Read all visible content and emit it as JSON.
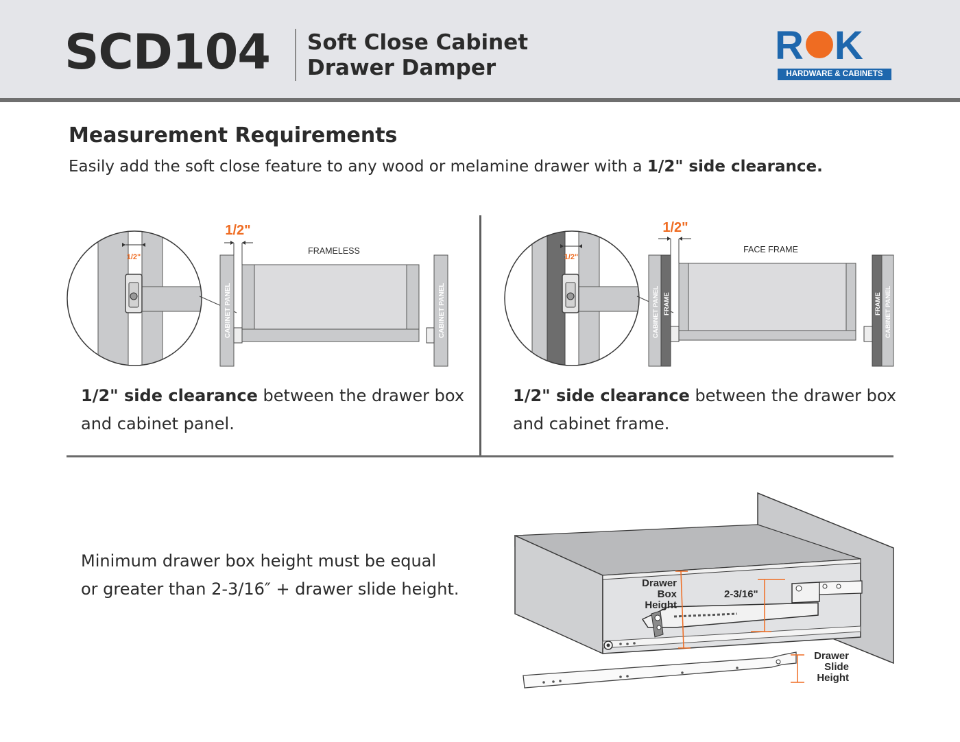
{
  "header": {
    "model": "SCD104",
    "title_line1": "Soft Close Cabinet",
    "title_line2": "Drawer Damper",
    "logo_word_left": "R",
    "logo_word_right": "K",
    "logo_sub": "HARDWARE & CABINETS"
  },
  "intro": {
    "heading": "Measurement Requirements",
    "text": "Easily add the soft close feature to any wood or melamine drawer with a ",
    "text_bold": "1/2\" side clearance."
  },
  "frameless": {
    "dim": "1/2\"",
    "zoom_dim": "1/2\"",
    "label": "FRAMELESS",
    "left_panel": "CABINET PANEL",
    "right_panel": "CABINET PANEL",
    "caption_bold": "1/2\" side clearance",
    "caption_line1_rest": " between the drawer box",
    "caption_line2": "and cabinet panel."
  },
  "face_frame": {
    "dim": "1/2\"",
    "zoom_dim": "1/2\"",
    "label": "FACE FRAME",
    "left_panel": "CABINET PANEL",
    "left_frame": "FRAME",
    "right_frame": "FRAME",
    "right_panel": "CABINET PANEL",
    "caption_bold": "1/2\" side clearance",
    "caption_line1_rest": " between the drawer box",
    "caption_line2": "and cabinet frame."
  },
  "height_note": {
    "line1": "Minimum drawer box height must be equal",
    "line2": "or greater than 2-3/16″ + drawer slide height."
  },
  "drawer_diagram": {
    "box_height_1": "Drawer",
    "box_height_2": "Box",
    "box_height_3": "Height",
    "damper_dim": "2-3/16\"",
    "slide_1": "Drawer",
    "slide_2": "Slide",
    "slide_3": "Height"
  },
  "colors": {
    "accent": "#ef6c22",
    "brand_blue": "#1e67ad",
    "header_bg": "#e4e5e9",
    "panel_gray": "#c9cacc",
    "frame_gray": "#6d6d6d"
  }
}
